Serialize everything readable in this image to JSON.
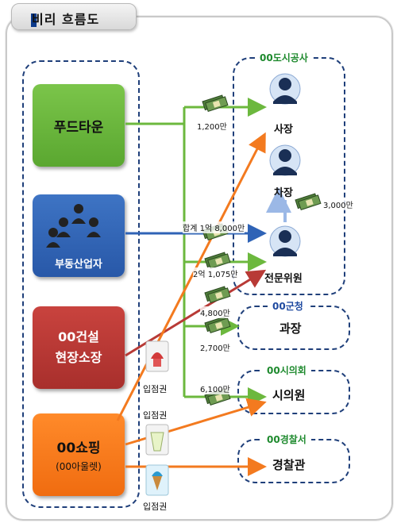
{
  "title": "비리 흐름도",
  "blocks": {
    "food": "푸드타운",
    "realty": "부동산업자",
    "construction_line1": "00건설",
    "construction_line2": "현장소장",
    "shopping": "00쇼핑",
    "shopping_sub": "(00아울렛)"
  },
  "orgs": {
    "city_corp": "00도시공사",
    "county_office": "00군청",
    "city_council": "00시의회",
    "police": "00경찰서"
  },
  "people": {
    "president": "사장",
    "vice_president": "차장",
    "expert": "전문위원",
    "section_chief": "과장",
    "councilor": "시의원",
    "officer": "경찰관"
  },
  "amounts": {
    "a1200": "1,200만",
    "a3000": "3,000만",
    "total": "합계 1억 8,000만",
    "a2_0175": "2억 1,075만",
    "a4800": "4,800만",
    "a2700": "2,700만",
    "a6100": "6,100만"
  },
  "entry_ticket": "입점권",
  "colors": {
    "green": "#6cb83e",
    "blue": "#2f63b6",
    "red": "#b83a36",
    "orange": "#f37a1f",
    "dash": "#1f3f7a"
  }
}
